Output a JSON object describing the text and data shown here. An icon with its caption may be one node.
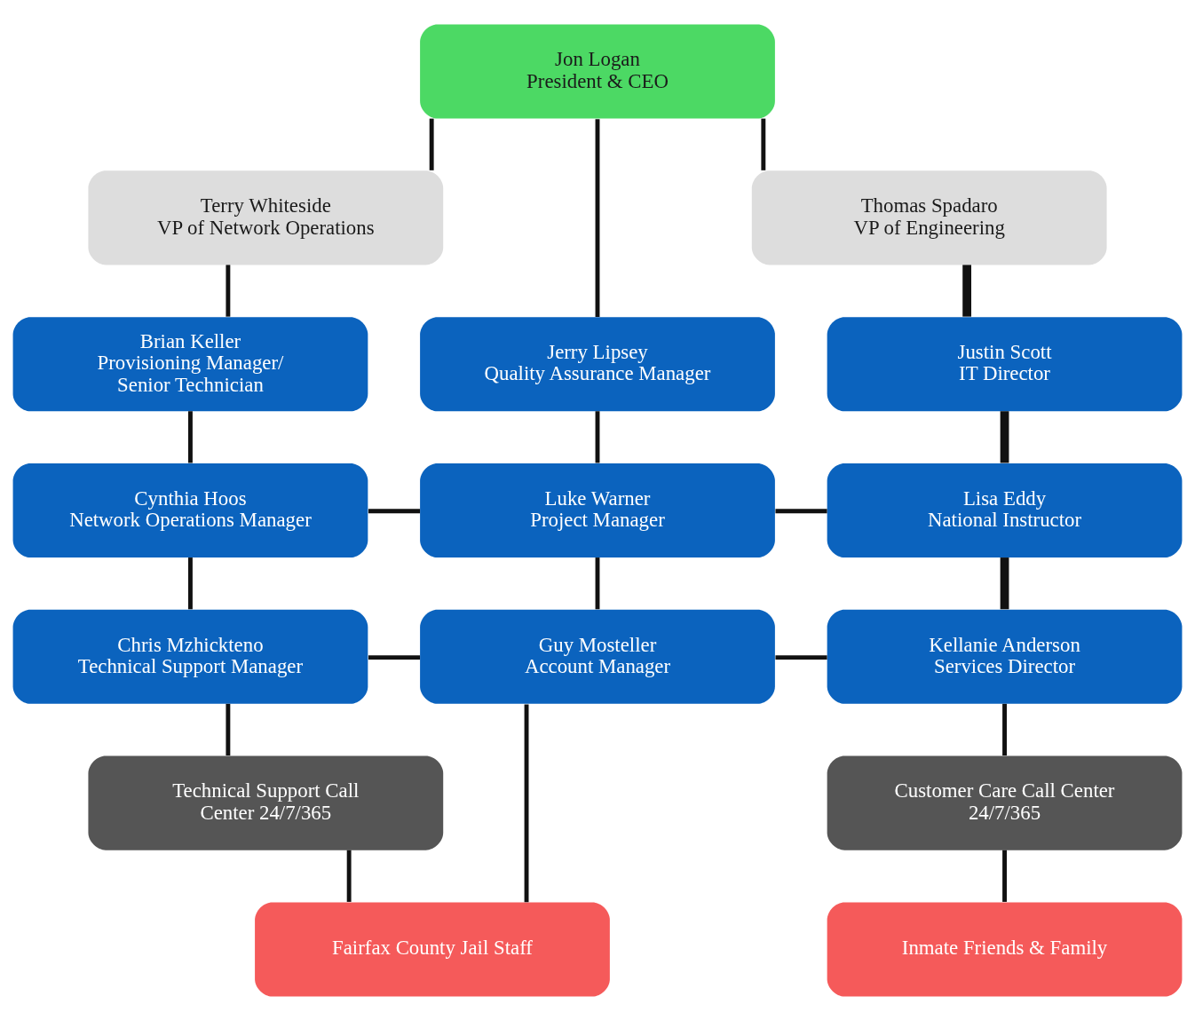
{
  "diagram": {
    "nodes": [
      {
        "text": [
          "Jon Logan",
          "President & CEO"
        ]
      },
      {
        "text": [
          "Terry Whiteside",
          "VP of Network Operations"
        ]
      },
      {
        "text": [
          "Thomas Spadaro",
          "VP of Engineering"
        ]
      },
      {
        "text": [
          "Brian Keller",
          "Provisioning Manager/ Senior Technician"
        ]
      },
      {
        "text": [
          "Jerry Lipsey",
          "Quality Assurance Manager"
        ]
      },
      {
        "text": [
          "Justin Scott",
          "IT Director"
        ]
      },
      {
        "text": [
          "Cynthia Hoos",
          "Network Operations Manager"
        ]
      },
      {
        "text": [
          "Luke Warner",
          "Project Manager"
        ]
      },
      {
        "text": [
          "Lisa Eddy",
          "National Instructor"
        ]
      },
      {
        "text": [
          "Chris Mzhickteno",
          "Technical Support Manager"
        ]
      },
      {
        "text": [
          "Guy Mosteller",
          "Account Manager"
        ]
      },
      {
        "text": [
          "Kellanie Anderson",
          "Services Director"
        ]
      },
      {
        "text": [
          "Technical Support Call Center 24/7/365"
        ]
      },
      {
        "text": [
          "Customer Care Call Center 24/7/365"
        ]
      },
      {
        "text": [
          "Fairfax County Jail Staff"
        ]
      },
      {
        "text": [
          "Inmate Friends & Family"
        ]
      }
    ],
    "edges": [
      {
        "from": 0,
        "to": 1,
        "arrow": "none"
      },
      {
        "from": 0,
        "to": 2,
        "arrow": "none"
      },
      {
        "from": 0,
        "to": 4,
        "arrow": "none"
      },
      {
        "from": 1,
        "to": 3,
        "arrow": "none"
      },
      {
        "from": 2,
        "to": 5,
        "arrow": "none",
        "style": "thick"
      },
      {
        "from": 3,
        "to": 6,
        "arrow": "none"
      },
      {
        "from": 4,
        "to": 7,
        "arrow": "none"
      },
      {
        "from": 5,
        "to": 8,
        "arrow": "none",
        "style": "thick"
      },
      {
        "from": 6,
        "to": 7,
        "arrow": "none"
      },
      {
        "from": 7,
        "to": 8,
        "arrow": "none"
      },
      {
        "from": 6,
        "to": 9,
        "arrow": "none"
      },
      {
        "from": 7,
        "to": 10,
        "arrow": "none"
      },
      {
        "from": 8,
        "to": 11,
        "arrow": "none",
        "style": "thick"
      },
      {
        "from": 9,
        "to": 10,
        "arrow": "none"
      },
      {
        "from": 10,
        "to": 11,
        "arrow": "none"
      },
      {
        "from": 9,
        "to": 12,
        "arrow": "none"
      },
      {
        "from": 11,
        "to": 13,
        "arrow": "none"
      },
      {
        "from": 12,
        "to": 14,
        "arrow": "none"
      },
      {
        "from": 10,
        "to": 14,
        "arrow": "none"
      },
      {
        "from": 13,
        "to": 15,
        "arrow": "none"
      }
    ]
  }
}
